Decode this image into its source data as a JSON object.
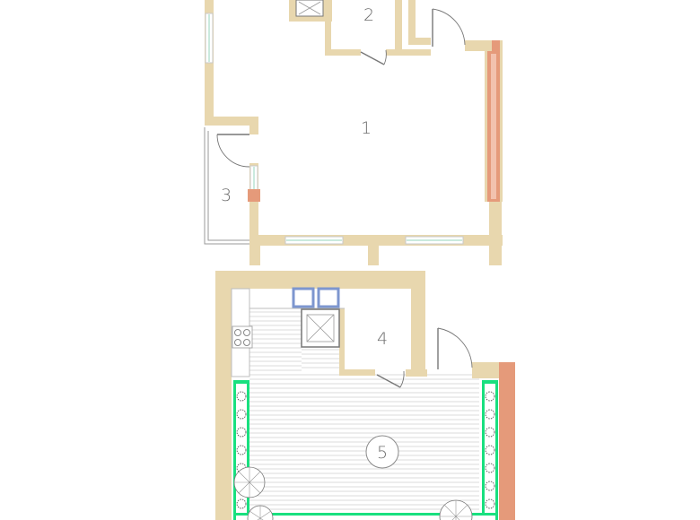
{
  "rooms": [
    {
      "id": "room-1",
      "label": "1"
    },
    {
      "id": "room-2",
      "label": "2"
    },
    {
      "id": "room-3",
      "label": "3"
    },
    {
      "id": "room-4",
      "label": "4"
    },
    {
      "id": "room-5",
      "label": "5"
    }
  ],
  "colors": {
    "wall": "#e8d7ae",
    "accent_wall": "#e59a7a",
    "planter": "#19e07f",
    "window_frame": "#7d96cf",
    "window_glass": "#b9e3d2",
    "deck_line": "#cfcfcf",
    "label": "#6d6d6d"
  },
  "icons": [
    "stove-icon",
    "elevator-shaft-icon",
    "plant-icon",
    "door-swing-icon",
    "window-icon"
  ]
}
